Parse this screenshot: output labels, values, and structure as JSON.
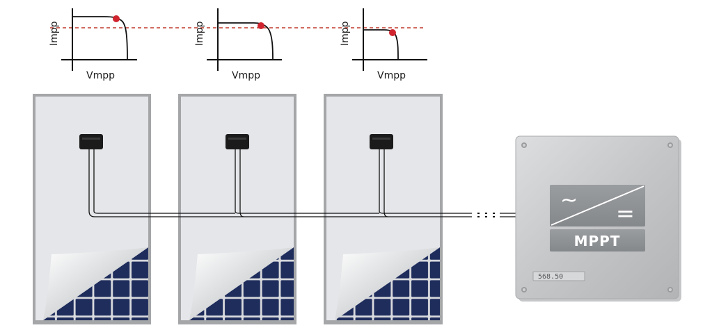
{
  "curves": [
    {
      "id": "module-1",
      "ylabel": "Impp",
      "xlabel": "Vmpp"
    },
    {
      "id": "module-2",
      "ylabel": "Impp",
      "xlabel": "Vmpp"
    },
    {
      "id": "module-3",
      "ylabel": "Impp",
      "xlabel": "Vmpp"
    }
  ],
  "inverter": {
    "symbol_ac": "~",
    "symbol_dc": "=",
    "label": "MPPT",
    "display": "568.50"
  },
  "colors": {
    "mpp_point": "#d0252f",
    "reference_line": "#c0392b",
    "panel_fill": "#e4e6e9",
    "panel_frame": "#a4a6a8",
    "cell_blue": "#1f2d5c",
    "inverter_body": "#c8cacc",
    "inverter_panel": "#8e9194"
  },
  "icons": {
    "junction_box": "junction-box-icon",
    "mpp_point": "red-dot-icon",
    "screw": "screw-icon"
  }
}
